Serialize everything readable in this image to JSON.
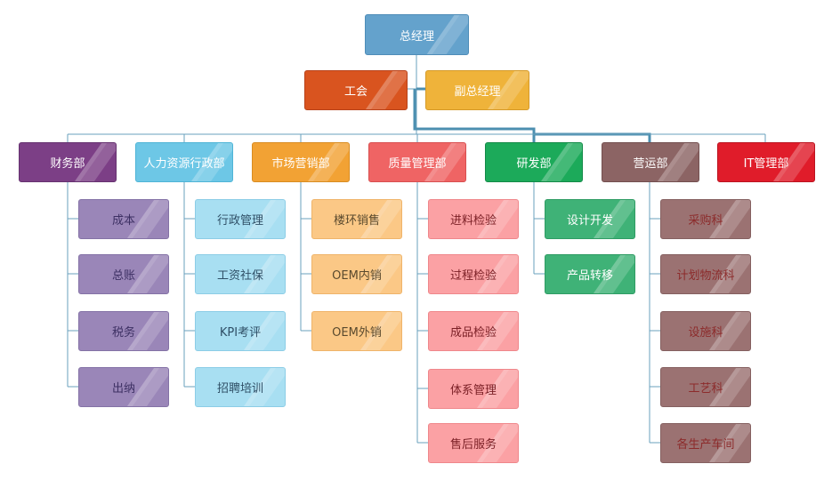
{
  "org": {
    "ceo": "总经理",
    "union": "工会",
    "deputy": "副总经理",
    "departments": [
      {
        "name": "财务部",
        "color": "#7c3f86",
        "subs": [
          "成本",
          "总账",
          "税务",
          "出纳"
        ],
        "sub_color": "#9a86b8"
      },
      {
        "name": "人力资源行政部",
        "color": "#6dc7e6",
        "subs": [
          "行政管理",
          "工资社保",
          "KPI考评",
          "招聘培训"
        ],
        "sub_color": "#a8dff2"
      },
      {
        "name": "市场营销部",
        "color": "#f2a234",
        "subs": [
          "楼环销售",
          "OEM内销",
          "OEM外销"
        ],
        "sub_color": "#fbc886"
      },
      {
        "name": "质量管理部",
        "color": "#ef6464",
        "subs": [
          "进料检验",
          "过程检验",
          "成品检验",
          "体系管理",
          "售后服务"
        ],
        "sub_color": "#fba1a4"
      },
      {
        "name": "研发部",
        "color": "#1caa5a",
        "subs": [
          "设计开发",
          "产品转移"
        ],
        "sub_color": "#3fb277"
      },
      {
        "name": "营运部",
        "color": "#8c6464",
        "subs": [
          "采购科",
          "计划物流科",
          "设施科",
          "工艺科",
          "各生产车间"
        ],
        "sub_color": "#9b7272"
      },
      {
        "name": "IT管理部",
        "color": "#e01c2a",
        "subs": [],
        "sub_color": ""
      }
    ]
  },
  "colors": {
    "ceo": "#64a2cc",
    "union": "#d9541f",
    "deputy": "#efb33a",
    "line": "#5f96b3"
  }
}
